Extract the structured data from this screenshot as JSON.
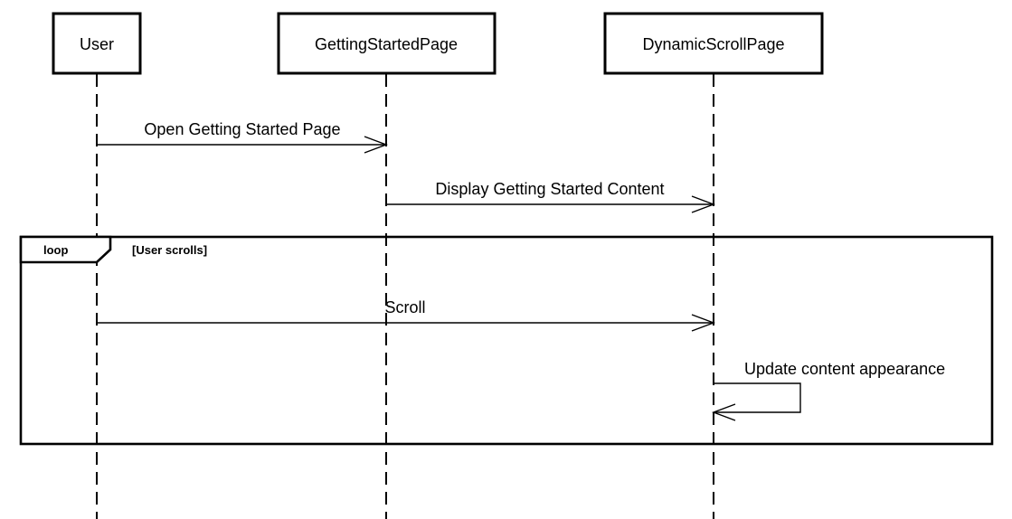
{
  "participants": {
    "user": "User",
    "getting_started": "GettingStartedPage",
    "dynamic_scroll": "DynamicScrollPage"
  },
  "messages": {
    "open_getting_started": "Open Getting Started Page",
    "display_content": "Display Getting Started Content",
    "scroll": "Scroll",
    "update_appearance": "Update content appearance"
  },
  "loop_frame": {
    "keyword": "loop",
    "guard": "[User scrolls]"
  }
}
